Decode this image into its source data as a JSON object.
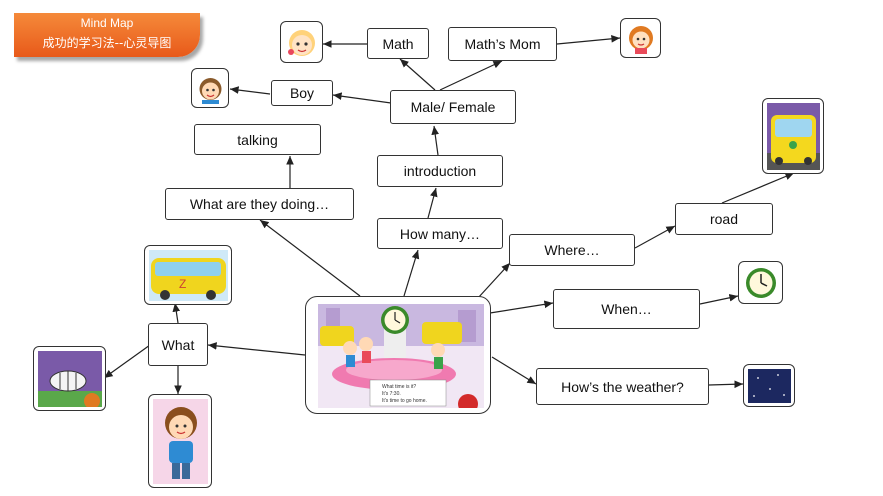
{
  "banner": {
    "title": "Mind Map",
    "subtitle": "成功的学习法--心灵导图"
  },
  "nodes": {
    "math": "Math",
    "maths_mom": "Math’s Mom",
    "boy": "Boy",
    "male_female": "Male/ Female",
    "talking": "talking",
    "introduction": "introduction",
    "what_doing": "What are they doing…",
    "how_many": "How many…",
    "where": "Where…",
    "road": "road",
    "when": "When…",
    "what": "What",
    "weather": "How’s the weather?"
  },
  "central_image": {
    "line1": "What time is it?",
    "line2": "It's 7:30.",
    "line3": "It's time to go home."
  },
  "colors": {
    "banner": "#ee6f26",
    "edge": "#222222"
  }
}
